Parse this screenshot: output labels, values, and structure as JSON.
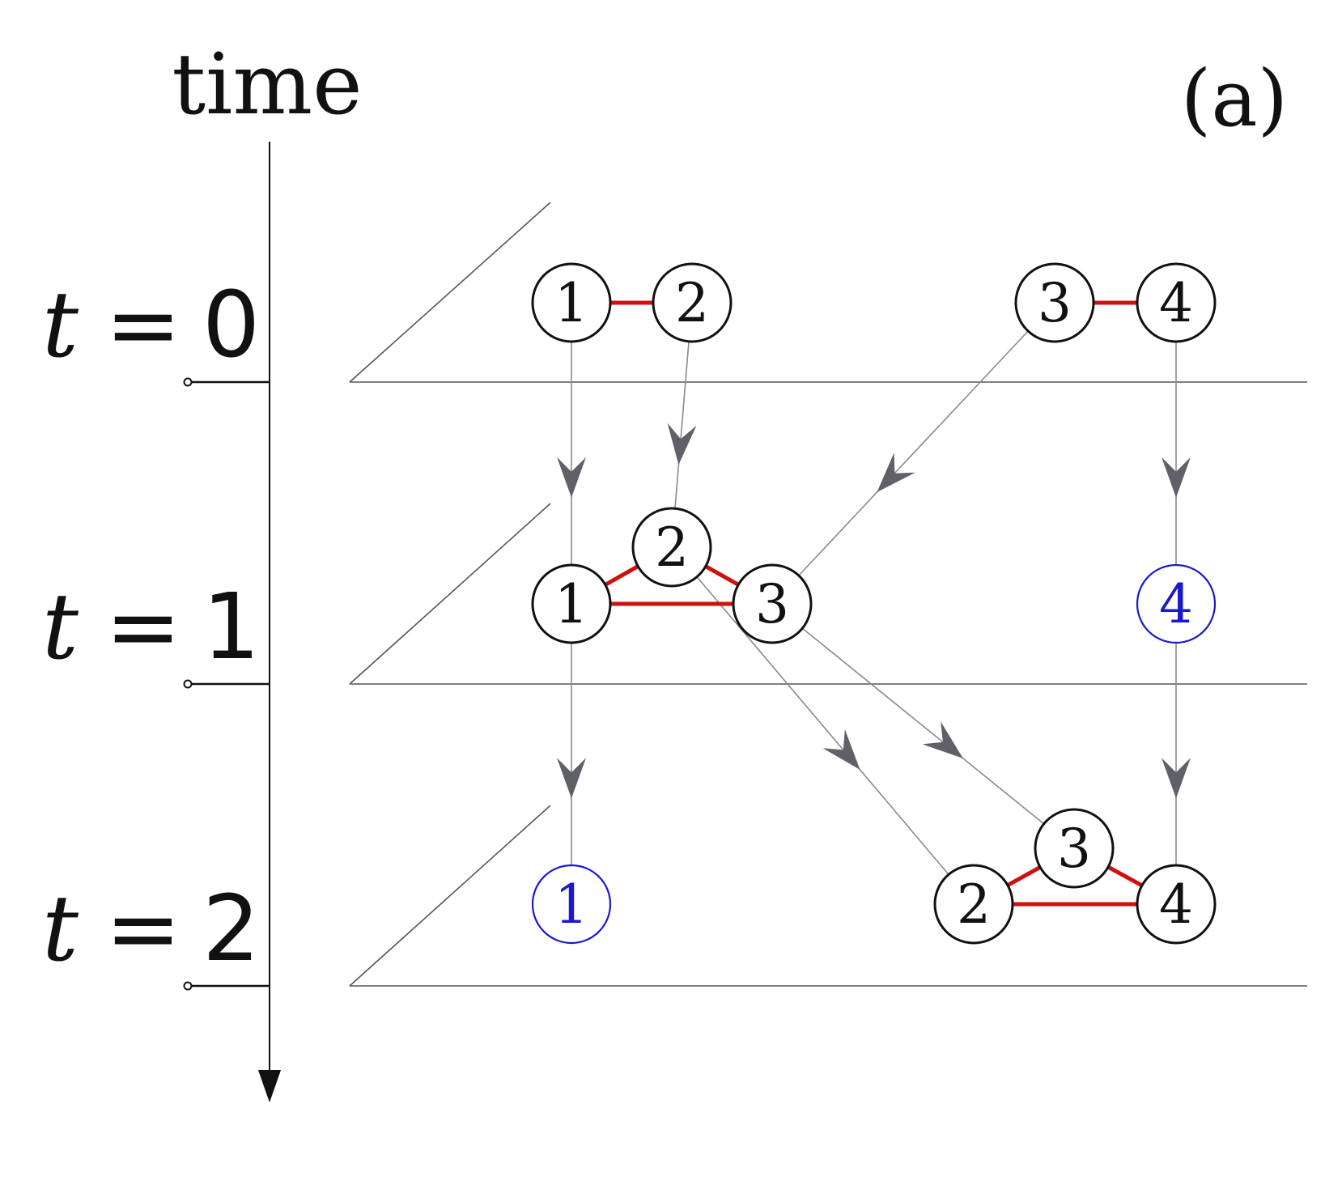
{
  "figure": {
    "panel_label": "(a)",
    "axis": {
      "label": "time"
    },
    "layers": [
      {
        "t_label": "t",
        "equals": "=",
        "t_value": "0",
        "nodes": [
          {
            "id": "1",
            "status": "connected"
          },
          {
            "id": "2",
            "status": "connected"
          },
          {
            "id": "3",
            "status": "connected"
          },
          {
            "id": "4",
            "status": "connected"
          }
        ],
        "edges": [
          [
            "1",
            "2"
          ],
          [
            "3",
            "4"
          ]
        ]
      },
      {
        "t_label": "t",
        "equals": "=",
        "t_value": "1",
        "nodes": [
          {
            "id": "1",
            "status": "connected"
          },
          {
            "id": "2",
            "status": "connected"
          },
          {
            "id": "3",
            "status": "connected"
          },
          {
            "id": "4",
            "status": "isolated"
          }
        ],
        "edges": [
          [
            "1",
            "2"
          ],
          [
            "2",
            "3"
          ],
          [
            "1",
            "3"
          ]
        ]
      },
      {
        "t_label": "t",
        "equals": "=",
        "t_value": "2",
        "nodes": [
          {
            "id": "1",
            "status": "isolated"
          },
          {
            "id": "2",
            "status": "connected"
          },
          {
            "id": "3",
            "status": "connected"
          },
          {
            "id": "4",
            "status": "connected"
          }
        ],
        "edges": [
          [
            "2",
            "3"
          ],
          [
            "3",
            "4"
          ],
          [
            "2",
            "4"
          ]
        ]
      }
    ],
    "colors": {
      "edge": "#cc1111",
      "transition": "#8a8a8a",
      "arrowhead": "#5f6068",
      "node_border": "#111111",
      "isolated_node": "#1a1acc",
      "axis": "#111111"
    }
  }
}
